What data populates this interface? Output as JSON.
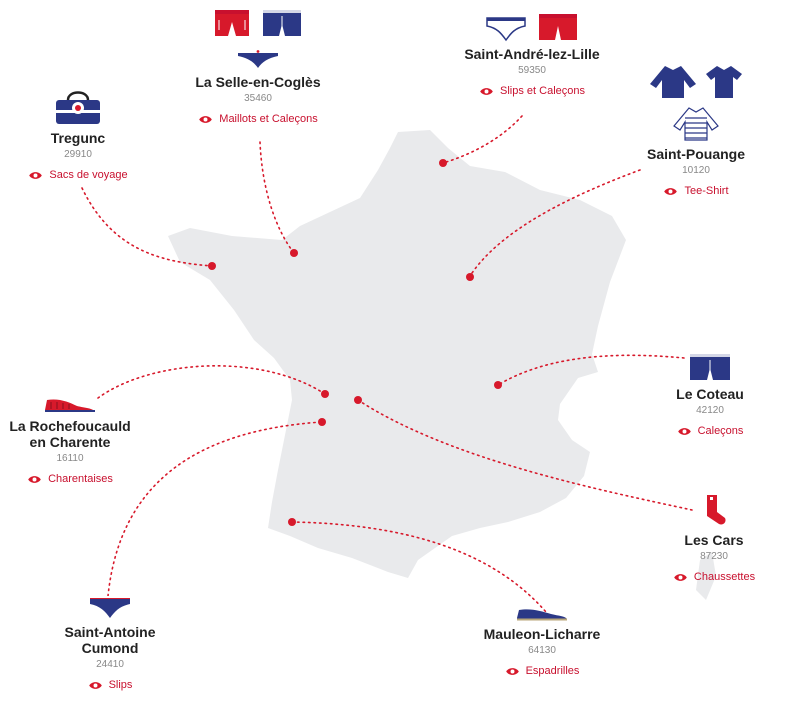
{
  "colors": {
    "red": "#d7192b",
    "navy": "#2b3886",
    "land": "#e9eaec",
    "text": "#222222",
    "zip": "#888888"
  },
  "locations": [
    {
      "id": "tregunc",
      "name": "Tregunc",
      "zip": "29910",
      "product": "Sacs de voyage",
      "icons": [
        "travel-bag-icon"
      ]
    },
    {
      "id": "selle",
      "name": "La Selle-en-Coglès",
      "zip": "35460",
      "product": "Maillots et Caleçons",
      "icons": [
        "red-swim-shorts-icon",
        "navy-boxer-icon",
        "navy-swim-brief-icon"
      ]
    },
    {
      "id": "lille",
      "name": "Saint-André-lez-Lille",
      "zip": "59350",
      "product": "Slips et Caleçons",
      "icons": [
        "white-brief-icon",
        "red-boxer-icon"
      ]
    },
    {
      "id": "pouange",
      "name": "Saint-Pouange",
      "zip": "10120",
      "product": "Tee-Shirt",
      "icons": [
        "navy-long-sleeve-icon",
        "navy-tee-icon",
        "striped-tee-icon"
      ]
    },
    {
      "id": "rochefoucauld",
      "name": "La Rochefoucauld\nen Charente",
      "zip": "16110",
      "product": "Charentaises",
      "icons": [
        "red-slipper-icon"
      ]
    },
    {
      "id": "coteau",
      "name": "Le Coteau",
      "zip": "42120",
      "product": "Caleçons",
      "icons": [
        "navy-boxer-icon"
      ]
    },
    {
      "id": "cars",
      "name": "Les Cars",
      "zip": "87230",
      "product": "Chaussettes",
      "icons": [
        "red-sock-icon"
      ]
    },
    {
      "id": "antoine",
      "name": "Saint-Antoine\nCumond",
      "zip": "24410",
      "product": "Slips",
      "icons": [
        "navy-brief-icon"
      ]
    },
    {
      "id": "mauleon",
      "name": "Mauleon-Licharre",
      "zip": "64130",
      "product": "Espadrilles",
      "icons": [
        "navy-espadrille-icon"
      ]
    }
  ]
}
